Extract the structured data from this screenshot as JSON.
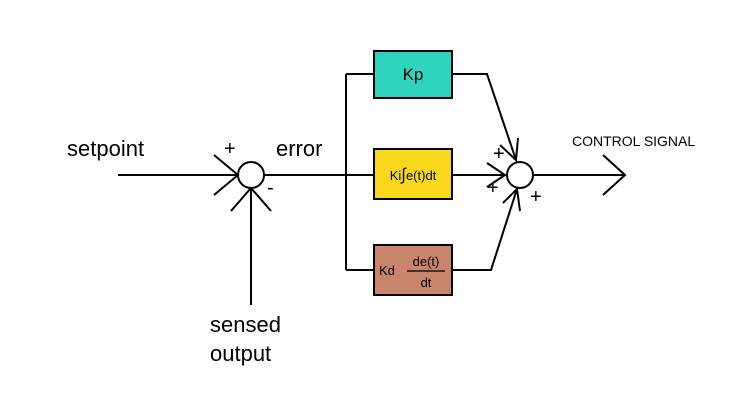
{
  "labels": {
    "setpoint": "setpoint",
    "error": "error",
    "sensed_line1": "sensed",
    "sensed_line2": "output",
    "control_signal": "CONTROL SIGNAL"
  },
  "signs": {
    "sum1_plus": "+",
    "sum1_minus": "-",
    "sum2_plus_top": "+",
    "sum2_plus_mid": "+",
    "sum2_plus_bottom": "+"
  },
  "blocks": {
    "kp": {
      "label": "Kp",
      "color": "#2fd4bf"
    },
    "ki": {
      "prefix": "Ki",
      "integral": "∫",
      "body": "e(t)dt",
      "color": "#f9d81b"
    },
    "kd": {
      "prefix": "Kd",
      "numerator": "de(t)",
      "denominator": "dt",
      "color": "#c9846c"
    }
  }
}
